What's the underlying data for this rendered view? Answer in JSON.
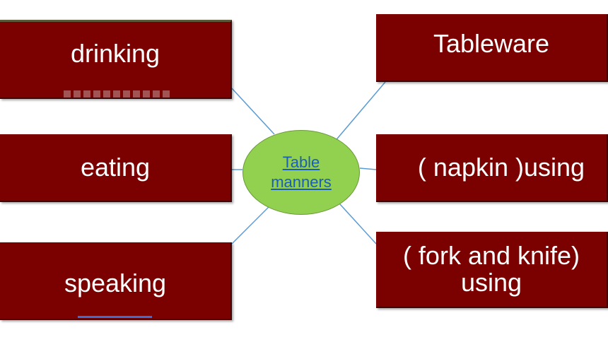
{
  "colors": {
    "node_fill": "#7b0000",
    "center_fill": "#92d050",
    "connector": "#5b9bd5",
    "link": "#1a5fb4"
  },
  "center": {
    "label_line1": "Table",
    "label_line2": "manners"
  },
  "nodes": {
    "drinking": "drinking",
    "tableware": "Tableware",
    "eating": "eating",
    "napkin": "( napkin )using",
    "speaking": "speaking",
    "fork_line1": "( fork and knife)",
    "fork_line2": "using"
  }
}
